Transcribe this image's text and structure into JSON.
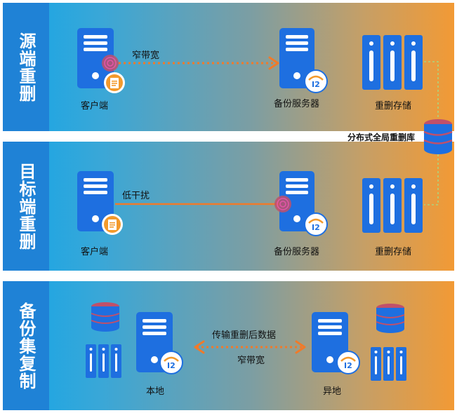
{
  "colors": {
    "sidebar": "#1f82d6",
    "icon_blue": "#1e6fe0",
    "arrow_orange": "#f07a2a",
    "badge_orange": "#f39a2c"
  },
  "panels": [
    {
      "title": "源端重删",
      "client_label": "客户端",
      "link_label": "窄带宽",
      "server_label": "备份服务器",
      "storage_label": "重删存储"
    },
    {
      "title": "目标端重删",
      "client_label": "客户端",
      "link_label": "低干扰",
      "server_label": "备份服务器",
      "storage_label": "重删存储"
    },
    {
      "title": "备份集复制",
      "local_label": "本地",
      "remote_label": "异地",
      "link_label_top": "传输重删后数据",
      "link_label_bottom": "窄带宽"
    }
  ],
  "global_db_label": "分布式全局重删库",
  "icons": {
    "server": "server-icon",
    "document": "document-icon",
    "storage": "storage-rack-icon",
    "database": "database-icon",
    "i2_badge": "i2-logo-icon"
  }
}
